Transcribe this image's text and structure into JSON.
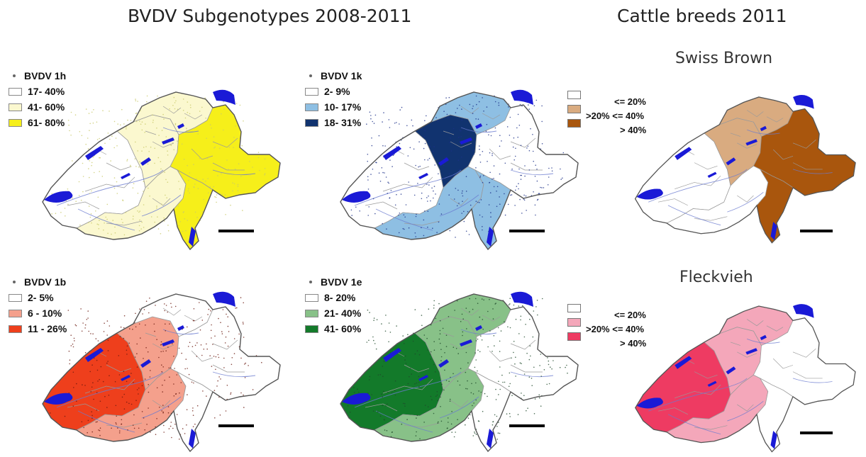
{
  "headings": {
    "left": "BVDV Subgenotypes 2008-2011",
    "right": "Cattle breeds 2011"
  },
  "colors": {
    "lake": "#1a1ad6",
    "border": "#555555",
    "cantonline": "#9a9a9a",
    "river": "#6a7bd0"
  },
  "subgenotype_maps": [
    {
      "id": "1h",
      "title": "BVDV 1h",
      "dot_color": "#c9c96a",
      "classes": [
        {
          "label": "17- 40%",
          "color": "#ffffff"
        },
        {
          "label": "41- 60%",
          "color": "#fbf8cf"
        },
        {
          "label": "61- 80%",
          "color": "#f6ef1a"
        }
      ],
      "regions": {
        "west": 0,
        "center": 1,
        "south": 1,
        "north": 1,
        "east": 2,
        "southeast": 2
      }
    },
    {
      "id": "1k",
      "title": "BVDV 1k",
      "dot_color": "#1c2f88",
      "classes": [
        {
          "label": "2-   9%",
          "color": "#ffffff"
        },
        {
          "label": "10- 17%",
          "color": "#8ebfe3"
        },
        {
          "label": "18- 31%",
          "color": "#11336f"
        }
      ],
      "regions": {
        "west": 0,
        "center": 2,
        "south": 1,
        "north": 1,
        "east": 0,
        "southeast": 1
      }
    },
    {
      "id": "1b",
      "title": "BVDV 1b",
      "dot_color": "#6b1a10",
      "classes": [
        {
          "label": "2-   5%",
          "color": "#ffffff"
        },
        {
          "label": "6 - 10%",
          "color": "#f4a08c"
        },
        {
          "label": "11 - 26%",
          "color": "#ee3f1c"
        }
      ],
      "regions": {
        "west": 2,
        "center": 1,
        "south": 1,
        "north": 0,
        "east": 0,
        "southeast": 0
      }
    },
    {
      "id": "1e",
      "title": "BVDV 1e",
      "dot_color": "#1f4a2a",
      "classes": [
        {
          "label": "8- 20%",
          "color": "#ffffff"
        },
        {
          "label": "21- 40%",
          "color": "#88c188"
        },
        {
          "label": "41- 60%",
          "color": "#137a2a"
        }
      ],
      "regions": {
        "west": 2,
        "center": 1,
        "south": 1,
        "north": 1,
        "east": 0,
        "southeast": 0
      }
    }
  ],
  "breed_maps": [
    {
      "id": "swiss-brown",
      "title": "Swiss Brown",
      "classes": [
        {
          "label": "<= 20%",
          "color": "#ffffff"
        },
        {
          "label": ">20% <= 40%",
          "color": "#d9ab80"
        },
        {
          "label": "> 40%",
          "color": "#a9560d"
        }
      ],
      "regions": {
        "west": 0,
        "center": 1,
        "south": 0,
        "north": 1,
        "east": 2,
        "southeast": 2
      }
    },
    {
      "id": "fleckvieh",
      "title": "Fleckvieh",
      "classes": [
        {
          "label": "<= 20%",
          "color": "#ffffff"
        },
        {
          "label": ">20% <= 40%",
          "color": "#f4a7ba"
        },
        {
          "label": "> 40%",
          "color": "#ee3b62"
        }
      ],
      "regions": {
        "west": 2,
        "center": 1,
        "south": 1,
        "north": 1,
        "east": 0,
        "southeast": 0
      }
    }
  ]
}
